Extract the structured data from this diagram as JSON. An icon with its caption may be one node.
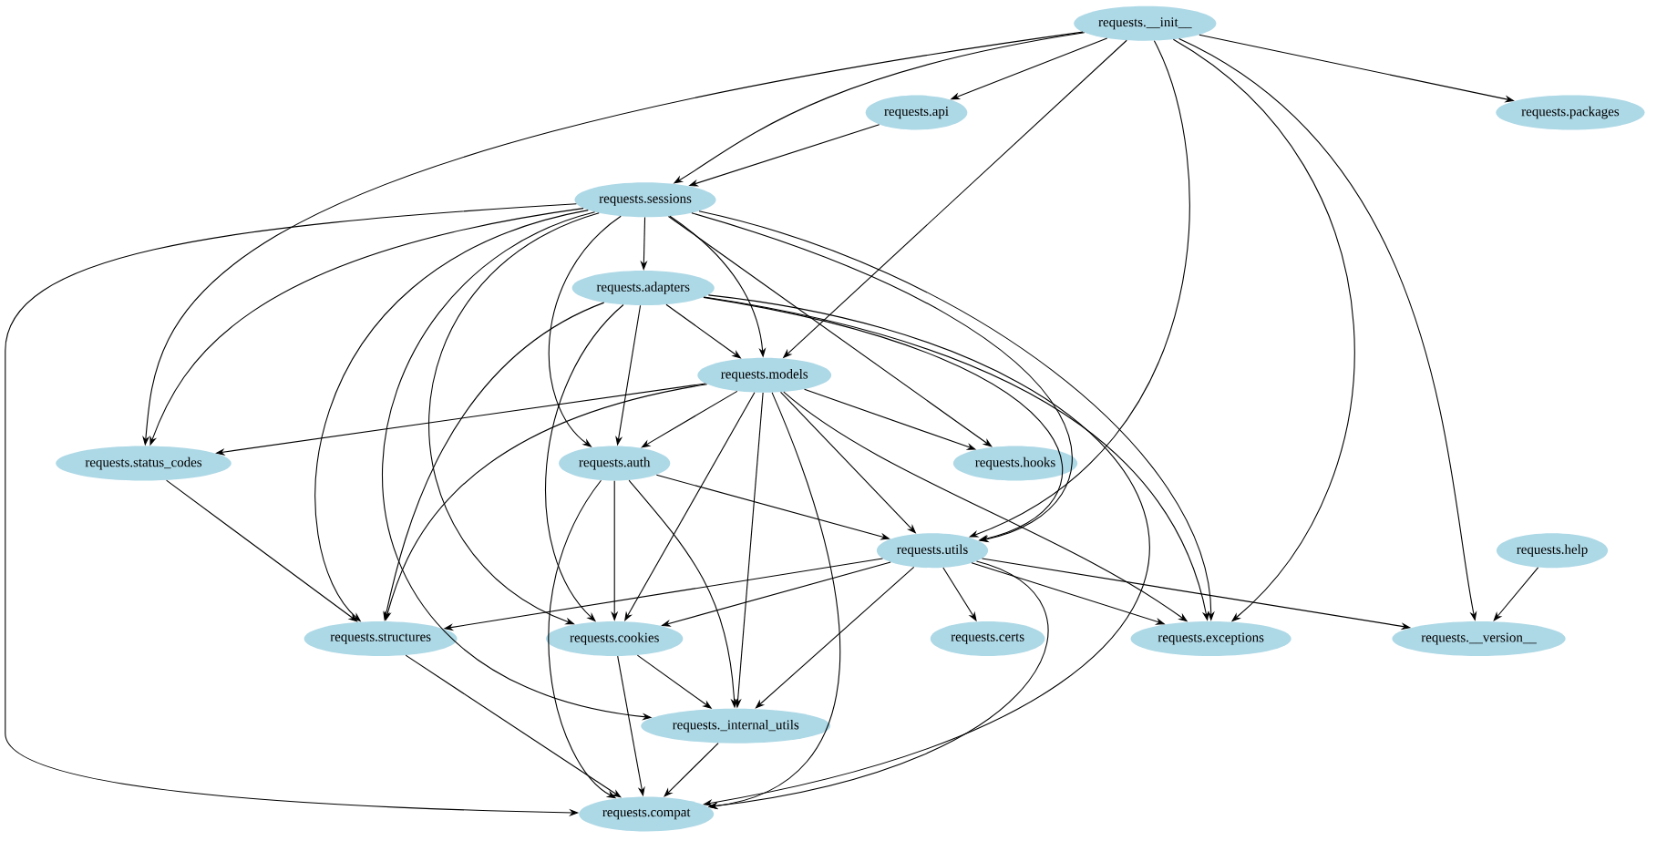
{
  "diagram": {
    "nodes": [
      {
        "text": [
          "requests.__init__"
        ]
      },
      {
        "text": [
          "requests.api"
        ]
      },
      {
        "text": [
          "requests.packages"
        ]
      },
      {
        "text": [
          "requests.sessions"
        ]
      },
      {
        "text": [
          "requests.adapters"
        ]
      },
      {
        "text": [
          "requests.models"
        ]
      },
      {
        "text": [
          "requests.status_codes"
        ]
      },
      {
        "text": [
          "requests.auth"
        ]
      },
      {
        "text": [
          "requests.hooks"
        ]
      },
      {
        "text": [
          "requests.utils"
        ]
      },
      {
        "text": [
          "requests.help"
        ]
      },
      {
        "text": [
          "requests.structures"
        ]
      },
      {
        "text": [
          "requests.cookies"
        ]
      },
      {
        "text": [
          "requests.certs"
        ]
      },
      {
        "text": [
          "requests.exceptions"
        ]
      },
      {
        "text": [
          "requests.__version__"
        ]
      },
      {
        "text": [
          "requests._internal_utils"
        ]
      },
      {
        "text": [
          "requests.compat"
        ]
      }
    ],
    "edges": [
      {
        "from": 0,
        "to": 1,
        "arrow": "to"
      },
      {
        "from": 0,
        "to": 2,
        "arrow": "to"
      },
      {
        "from": 0,
        "to": 3,
        "arrow": "to"
      },
      {
        "from": 0,
        "to": 6,
        "arrow": "to"
      },
      {
        "from": 0,
        "to": 5,
        "arrow": "to"
      },
      {
        "from": 0,
        "to": 9,
        "arrow": "to"
      },
      {
        "from": 0,
        "to": 14,
        "arrow": "to"
      },
      {
        "from": 0,
        "to": 15,
        "arrow": "to"
      },
      {
        "from": 1,
        "to": 3,
        "arrow": "to"
      },
      {
        "from": 3,
        "to": 4,
        "arrow": "to"
      },
      {
        "from": 3,
        "to": 6,
        "arrow": "to"
      },
      {
        "from": 3,
        "to": 11,
        "arrow": "to"
      },
      {
        "from": 3,
        "to": 17,
        "arrow": "to"
      },
      {
        "from": 3,
        "to": 16,
        "arrow": "to"
      },
      {
        "from": 3,
        "to": 12,
        "arrow": "to"
      },
      {
        "from": 3,
        "to": 7,
        "arrow": "to"
      },
      {
        "from": 3,
        "to": 5,
        "arrow": "to"
      },
      {
        "from": 3,
        "to": 8,
        "arrow": "to"
      },
      {
        "from": 3,
        "to": 9,
        "arrow": "to"
      },
      {
        "from": 3,
        "to": 14,
        "arrow": "to"
      },
      {
        "from": 4,
        "to": 11,
        "arrow": "to"
      },
      {
        "from": 4,
        "to": 12,
        "arrow": "to"
      },
      {
        "from": 4,
        "to": 7,
        "arrow": "to"
      },
      {
        "from": 4,
        "to": 5,
        "arrow": "to"
      },
      {
        "from": 4,
        "to": 9,
        "arrow": "to"
      },
      {
        "from": 4,
        "to": 14,
        "arrow": "to"
      },
      {
        "from": 4,
        "to": 17,
        "arrow": "to"
      },
      {
        "from": 5,
        "to": 6,
        "arrow": "to"
      },
      {
        "from": 5,
        "to": 11,
        "arrow": "to"
      },
      {
        "from": 5,
        "to": 7,
        "arrow": "to"
      },
      {
        "from": 5,
        "to": 8,
        "arrow": "to"
      },
      {
        "from": 5,
        "to": 9,
        "arrow": "to"
      },
      {
        "from": 5,
        "to": 12,
        "arrow": "to"
      },
      {
        "from": 5,
        "to": 16,
        "arrow": "to"
      },
      {
        "from": 5,
        "to": 17,
        "arrow": "to"
      },
      {
        "from": 5,
        "to": 14,
        "arrow": "to"
      },
      {
        "from": 6,
        "to": 11,
        "arrow": "to"
      },
      {
        "from": 7,
        "to": 9,
        "arrow": "to"
      },
      {
        "from": 7,
        "to": 12,
        "arrow": "to"
      },
      {
        "from": 7,
        "to": 16,
        "arrow": "to"
      },
      {
        "from": 7,
        "to": 17,
        "arrow": "to"
      },
      {
        "from": 9,
        "to": 11,
        "arrow": "to"
      },
      {
        "from": 9,
        "to": 12,
        "arrow": "to"
      },
      {
        "from": 9,
        "to": 13,
        "arrow": "to"
      },
      {
        "from": 9,
        "to": 14,
        "arrow": "to"
      },
      {
        "from": 9,
        "to": 15,
        "arrow": "to"
      },
      {
        "from": 9,
        "to": 16,
        "arrow": "to"
      },
      {
        "from": 9,
        "to": 17,
        "arrow": "to"
      },
      {
        "from": 10,
        "to": 15,
        "arrow": "to"
      },
      {
        "from": 11,
        "to": 17,
        "arrow": "to"
      },
      {
        "from": 12,
        "to": 16,
        "arrow": "to"
      },
      {
        "from": 12,
        "to": 17,
        "arrow": "to"
      },
      {
        "from": 16,
        "to": 17,
        "arrow": "to"
      }
    ]
  }
}
